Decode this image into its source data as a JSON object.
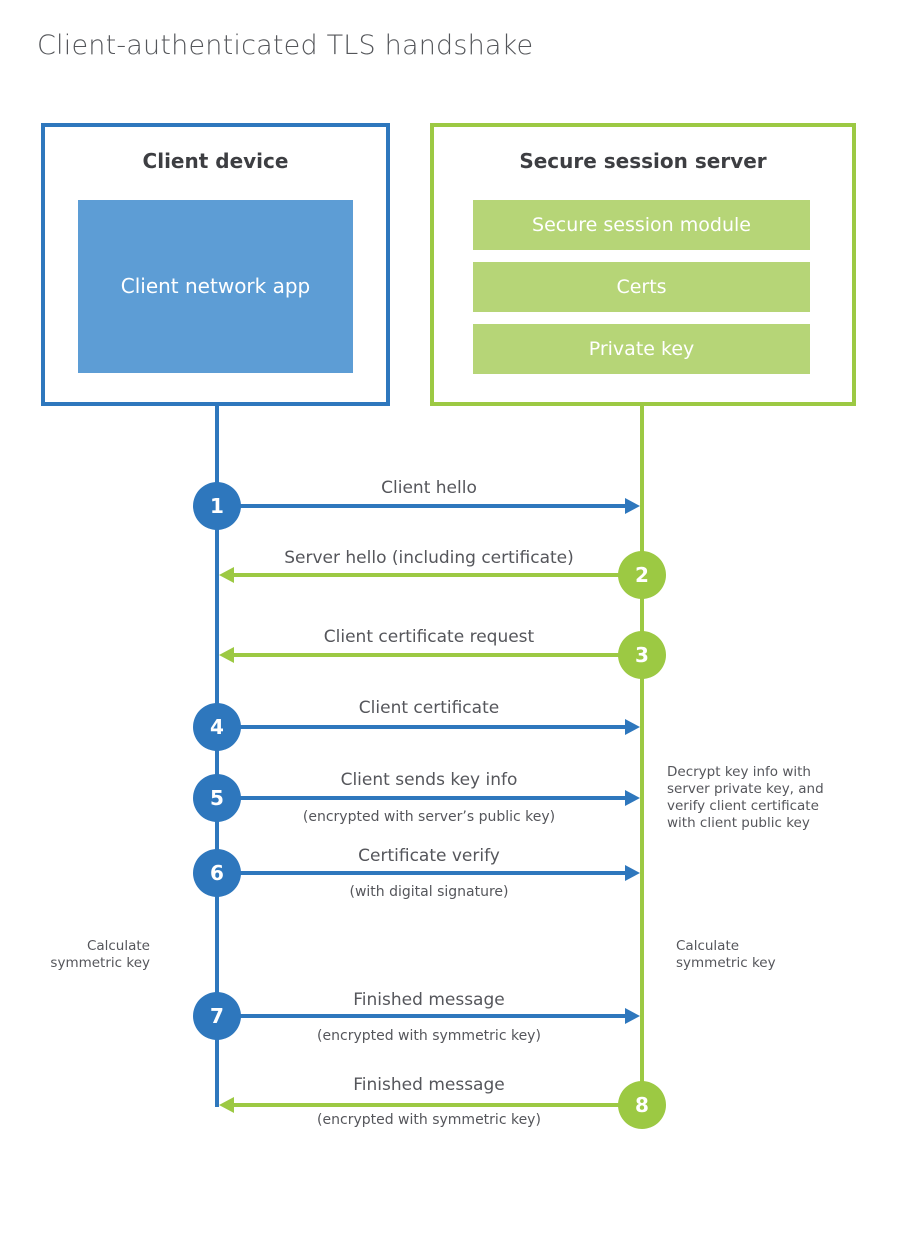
{
  "title": "Client-authenticated TLS handshake",
  "colors": {
    "client_blue": "#2e77bd",
    "client_blue_light": "#5d9dd5",
    "server_green": "#9cc943",
    "server_green_light": "#b6d577",
    "text_gray": "#55565b"
  },
  "client": {
    "title": "Client device",
    "app_label": "Client network app"
  },
  "server": {
    "title": "Secure session server",
    "modules": [
      "Secure session module",
      "Certs",
      "Private key"
    ]
  },
  "messages": [
    {
      "num": "1",
      "label": "Client hello",
      "from": "client",
      "to": "server"
    },
    {
      "num": "2",
      "label": "Server hello (including certificate)",
      "from": "server",
      "to": "client"
    },
    {
      "num": "3",
      "label": "Client certificate request",
      "from": "server",
      "to": "client"
    },
    {
      "num": "4",
      "label": "Client certificate",
      "from": "client",
      "to": "server"
    },
    {
      "num": "5",
      "label": "Client sends key info",
      "sub": "(encrypted with server’s public key)",
      "from": "client",
      "to": "server"
    },
    {
      "num": "6",
      "label": "Certificate verify",
      "sub": "(with digital signature)",
      "from": "client",
      "to": "server"
    },
    {
      "num": "7",
      "label": "Finished message",
      "sub": "(encrypted with symmetric key)",
      "from": "client",
      "to": "server"
    },
    {
      "num": "8",
      "label": "Finished message",
      "sub": "(encrypted with symmetric key)",
      "from": "server",
      "to": "client"
    }
  ],
  "annotations": {
    "decrypt_note": "Decrypt key info with server private key, and verify client certificate with client public key",
    "calc_symmetric_left": "Calculate symmetric key",
    "calc_symmetric_right": "Calculate symmetric key"
  }
}
